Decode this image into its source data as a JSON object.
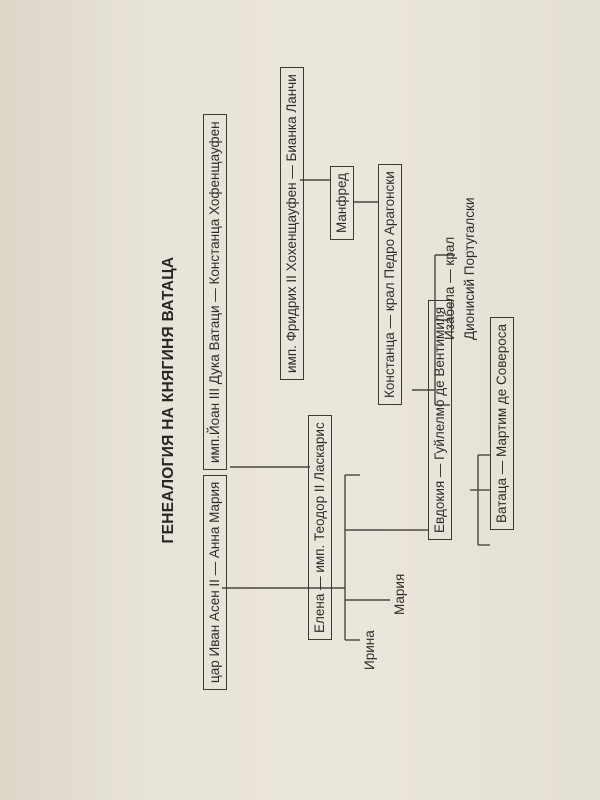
{
  "diagram": {
    "title": "ГЕНЕАЛОГИЯ НА КНЯГИНЯ ВАТАЦА",
    "nodes": {
      "ivan_asen": "цар Иван Асен II — Анна Мария",
      "ioan_vatatzes": "имп.Йоан III Дука Ватаци — Констанца Хофенщауфен",
      "friedrich": "имп. Фридрих II Хохенщауфен — Бианка Ланчи",
      "manfred": "Манфред",
      "konstanca_pedro": "Констанца — крал Педро Арагонски",
      "izabela_line1": "Изабела — крал",
      "izabela_line2": "Дионисий Португалски",
      "elena_teodor": "Елена — имп. Теодор II Ласкарис",
      "irina": "Ирина",
      "maria": "Мария",
      "evdokia": "Евдокия — Гуйлелмо де Вентимиля",
      "vatatsa": "Ватаца — Мартим де Совероса"
    }
  }
}
